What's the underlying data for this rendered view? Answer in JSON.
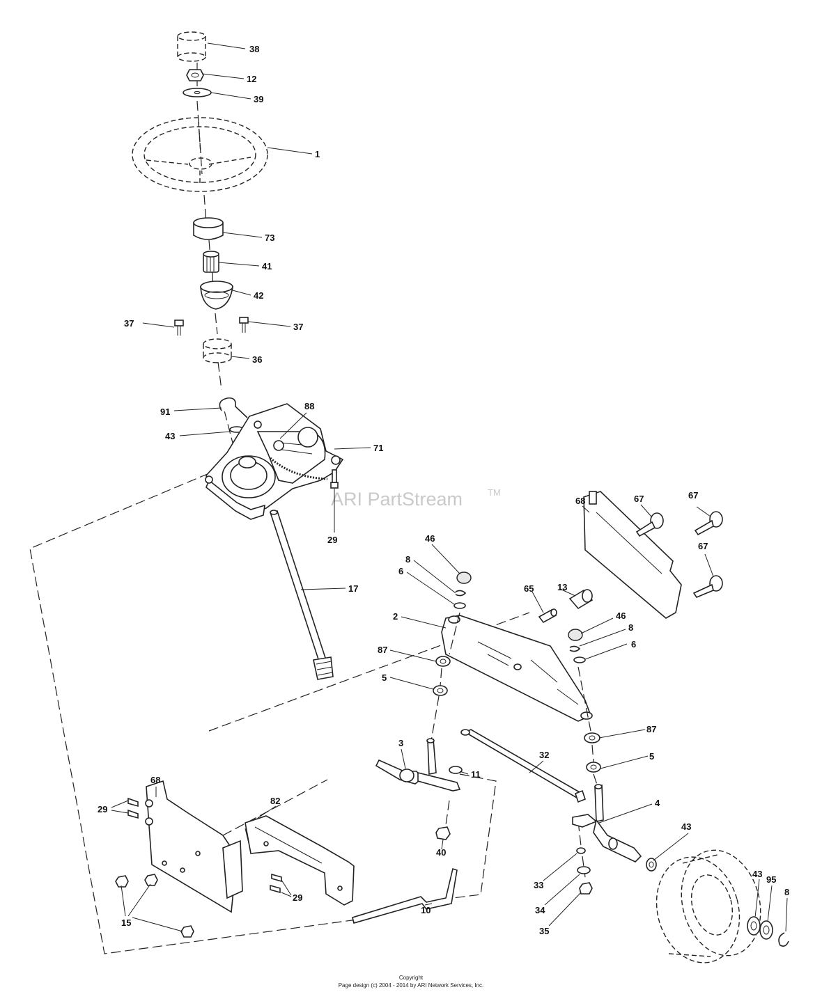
{
  "watermark": {
    "text": "ARI PartStream",
    "tm": "TM"
  },
  "footer": {
    "line1": "Copyright",
    "line2": "Page design (c) 2004 - 2014 by ARI Network Services, Inc."
  },
  "callouts": {
    "c38": "38",
    "c12": "12",
    "c39": "39",
    "c1": "1",
    "c73": "73",
    "c41": "41",
    "c42": "42",
    "c37a": "37",
    "c37b": "37",
    "c36": "36",
    "c91": "91",
    "c88": "88",
    "c43a": "43",
    "c71": "71",
    "c29a": "29",
    "c17": "17",
    "c68a": "68",
    "c67a": "67",
    "c67b": "67",
    "c67c": "67",
    "c46a": "46",
    "c8a": "8",
    "c6a": "6",
    "c13": "13",
    "c65": "65",
    "c2": "2",
    "c46b": "46",
    "c8b": "8",
    "c6b": "6",
    "c87a": "87",
    "c5a": "5",
    "c87b": "87",
    "c5b": "5",
    "c3": "3",
    "c32": "32",
    "c11": "11",
    "c4": "4",
    "c68b": "68",
    "c29b": "29",
    "c82": "82",
    "c40": "40",
    "c43b": "43",
    "c43c": "43",
    "c95": "95",
    "c8c": "8",
    "c33": "33",
    "c34": "34",
    "c35": "35",
    "c15": "15",
    "c29c": "29",
    "c10": "10"
  }
}
